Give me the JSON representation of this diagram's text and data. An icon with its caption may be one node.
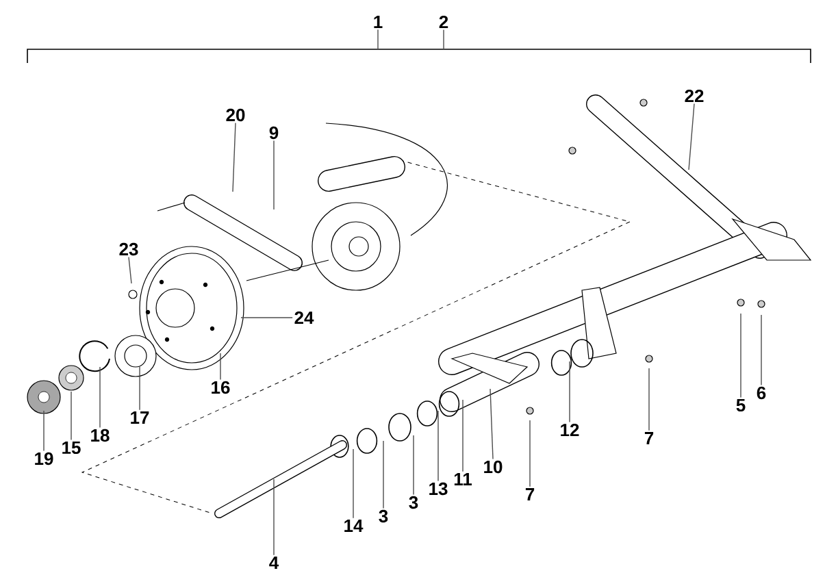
{
  "diagram": {
    "nodes": [
      {
        "text": [
          "1"
        ]
      },
      {
        "text": [
          "2"
        ]
      },
      {
        "text": [
          "22"
        ]
      },
      {
        "text": [
          "20"
        ]
      },
      {
        "text": [
          "9"
        ]
      },
      {
        "text": [
          "23"
        ]
      },
      {
        "text": [
          "24"
        ]
      },
      {
        "text": [
          "16"
        ]
      },
      {
        "text": [
          "5"
        ]
      },
      {
        "text": [
          "6"
        ]
      },
      {
        "text": [
          "17"
        ]
      },
      {
        "text": [
          "12"
        ]
      },
      {
        "text": [
          "18"
        ]
      },
      {
        "text": [
          "7"
        ]
      },
      {
        "text": [
          "15"
        ]
      },
      {
        "text": [
          "19"
        ]
      },
      {
        "text": [
          "10"
        ]
      },
      {
        "text": [
          "11"
        ]
      },
      {
        "text": [
          "13"
        ]
      },
      {
        "text": [
          "7"
        ]
      },
      {
        "text": [
          "3"
        ]
      },
      {
        "text": [
          "3"
        ]
      },
      {
        "text": [
          "14"
        ]
      },
      {
        "text": [
          "4"
        ]
      }
    ],
    "edges": [
      {
        "from": 0,
        "to": null,
        "arrow": "none"
      },
      {
        "from": 1,
        "to": null,
        "arrow": "none"
      },
      {
        "from": 2,
        "to": null,
        "arrow": "none"
      },
      {
        "from": 3,
        "to": null,
        "arrow": "none"
      },
      {
        "from": 4,
        "to": null,
        "arrow": "none"
      },
      {
        "from": 5,
        "to": null,
        "arrow": "none"
      },
      {
        "from": 6,
        "to": null,
        "arrow": "none"
      },
      {
        "from": 7,
        "to": null,
        "arrow": "none"
      },
      {
        "from": 8,
        "to": null,
        "arrow": "none"
      },
      {
        "from": 9,
        "to": null,
        "arrow": "none"
      },
      {
        "from": 10,
        "to": null,
        "arrow": "none"
      },
      {
        "from": 11,
        "to": null,
        "arrow": "none"
      },
      {
        "from": 12,
        "to": null,
        "arrow": "none"
      },
      {
        "from": 13,
        "to": null,
        "arrow": "none"
      },
      {
        "from": 14,
        "to": null,
        "arrow": "none"
      },
      {
        "from": 15,
        "to": null,
        "arrow": "none"
      },
      {
        "from": 16,
        "to": null,
        "arrow": "none"
      },
      {
        "from": 17,
        "to": null,
        "arrow": "none"
      },
      {
        "from": 18,
        "to": null,
        "arrow": "none"
      },
      {
        "from": 19,
        "to": null,
        "arrow": "none"
      },
      {
        "from": 20,
        "to": null,
        "arrow": "none"
      },
      {
        "from": 21,
        "to": null,
        "arrow": "none"
      },
      {
        "from": 22,
        "to": null,
        "arrow": "none"
      },
      {
        "from": 23,
        "to": null,
        "arrow": "none"
      }
    ]
  }
}
